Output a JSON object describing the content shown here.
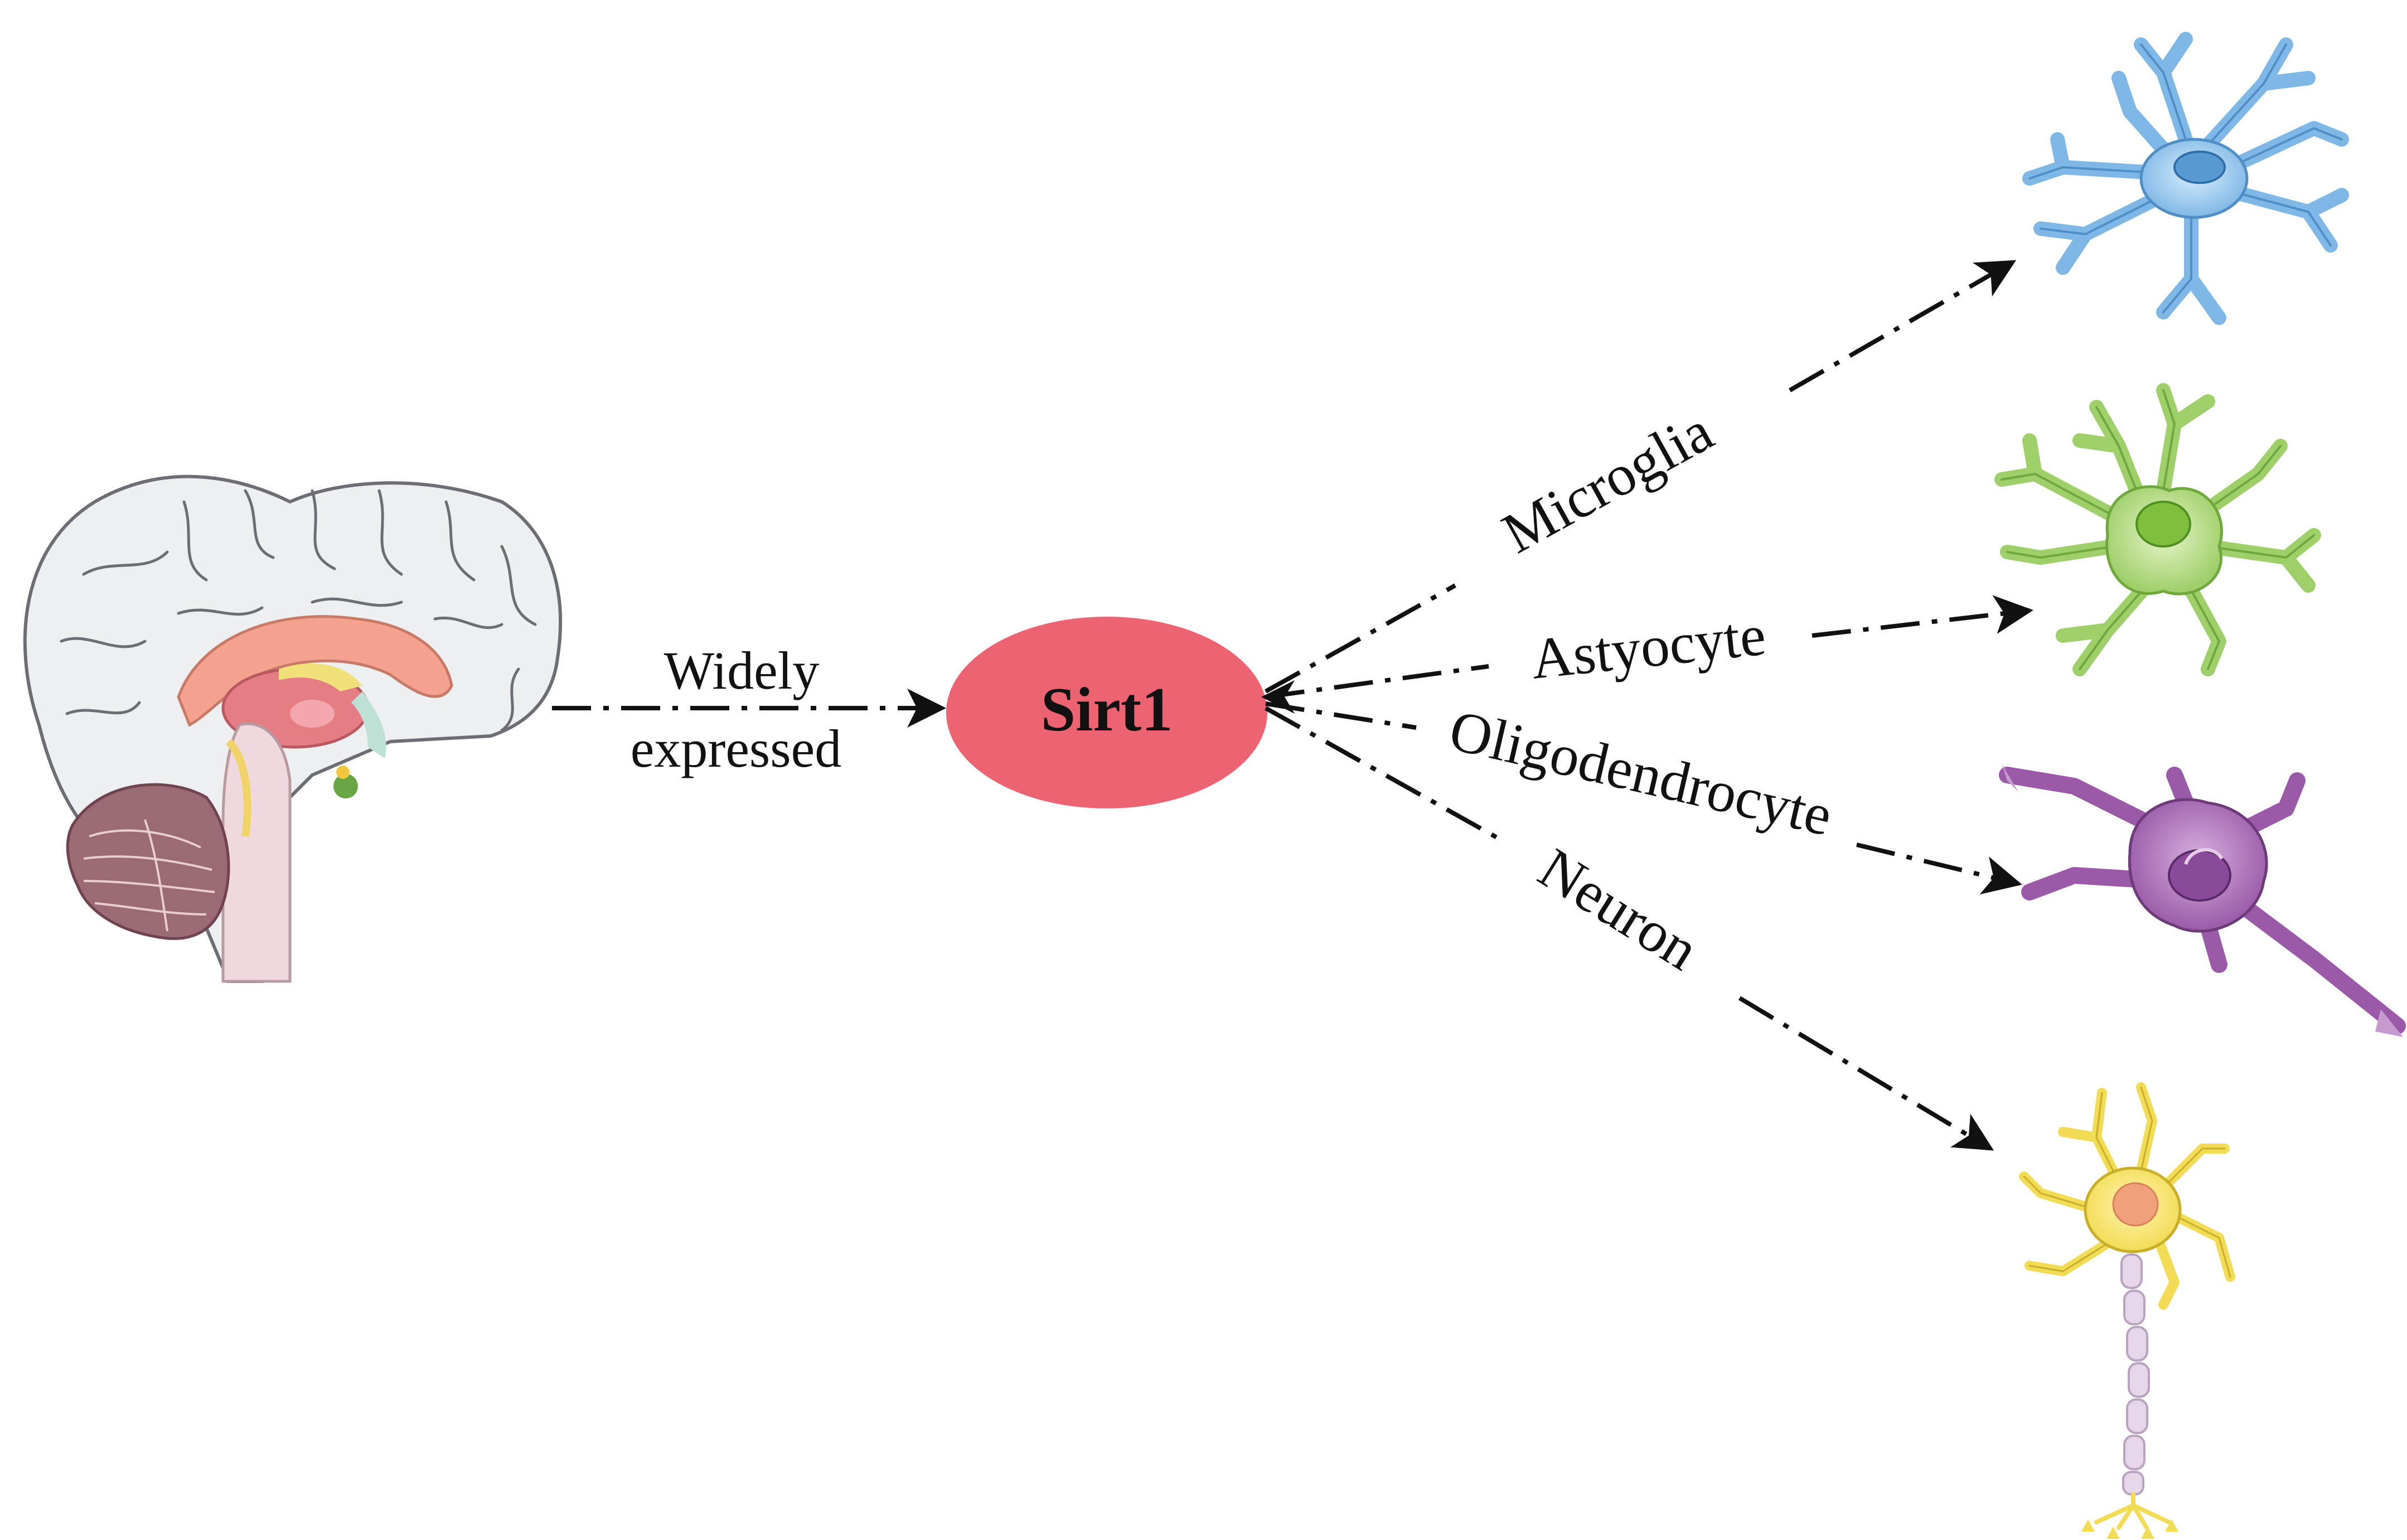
{
  "hub": {
    "label": "Sirt1",
    "color": "#ec6472"
  },
  "source_edge": {
    "line1": "Widely",
    "line2": "expressed"
  },
  "targets": [
    {
      "label": "Microglia",
      "color": "#7fb8e6"
    },
    {
      "label": "Astyocyte",
      "color": "#9fcf6a"
    },
    {
      "label": "Oligodendrocyte",
      "color": "#9a5aa8"
    },
    {
      "label": "Neuron",
      "color": "#f2dc55"
    }
  ],
  "icons": {
    "brain": "brain-icon",
    "microglia": "microglia-cell-icon",
    "astrocyte": "astrocyte-cell-icon",
    "oligodendrocyte": "oligodendrocyte-cell-icon",
    "neuron": "neuron-cell-icon"
  }
}
